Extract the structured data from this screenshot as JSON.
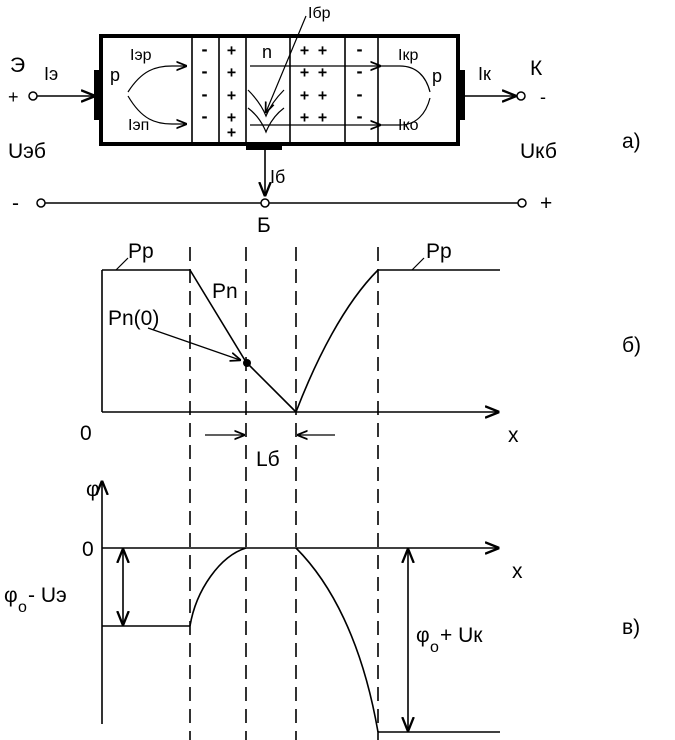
{
  "transistor": {
    "emitter_sym": "Э",
    "collector_sym": "К",
    "base_sym": "Б",
    "region_left": "p",
    "region_mid": "n",
    "region_right": "p",
    "I_emitter": "Iэ",
    "I_collector": "Iк",
    "I_base": "Iб",
    "I_ep": "Iэр",
    "I_en": "Iэп",
    "I_kp": "Iкр",
    "I_ko": "Iко",
    "I_bp": "Iбр",
    "U_eb": "Uэб",
    "U_kb": "Uкб",
    "plus": "+",
    "minus": "-",
    "minus_charge": "-",
    "plus_charge": "+"
  },
  "panel_labels": {
    "a": "а)",
    "b": "б)",
    "c": "в)"
  },
  "concentration_plot": {
    "pp_left": "Pp",
    "pp_right": "Pp",
    "pn": "Pn",
    "pn0": "Pn(0)",
    "origin": "0",
    "x_axis": "x",
    "width_label": "Lб"
  },
  "potential_plot": {
    "y_axis": "φ",
    "zero": "0",
    "x_axis": "x",
    "left_label_phi": "φ",
    "left_label_sub": "o",
    "left_label_rest": "- Uэ",
    "right_label_phi": "φ",
    "right_label_sub": "o",
    "right_label_rest": "+ Uк"
  }
}
